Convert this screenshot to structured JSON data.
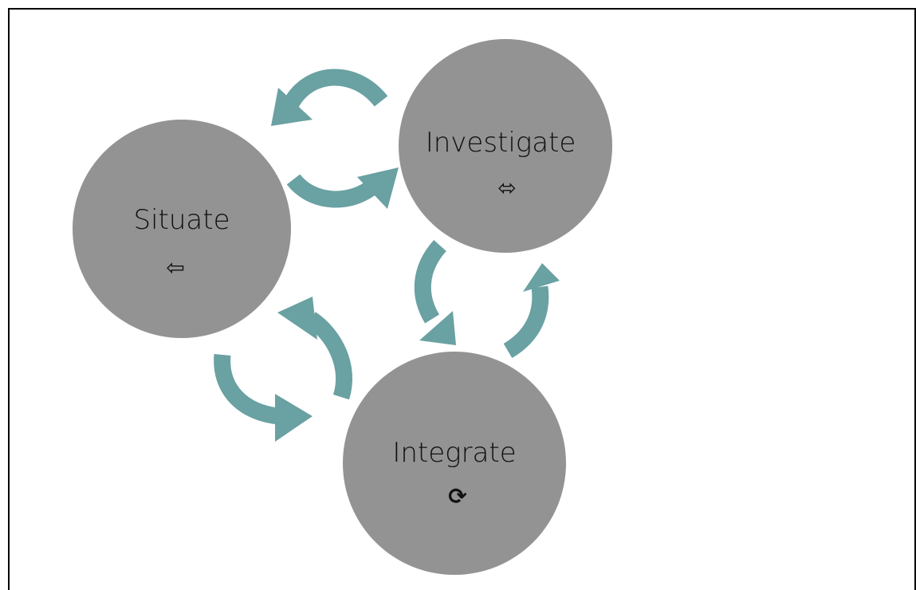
{
  "diagram": {
    "colors": {
      "node_fill": "#939393",
      "arrow_fill": "#6aa1a3",
      "text": "#111111",
      "border": "#000000"
    },
    "nodes": [
      {
        "id": "situate",
        "label": "Situate",
        "symbol": "⇦",
        "icon": "left-arrow-icon"
      },
      {
        "id": "investigate",
        "label": "Investigate",
        "symbol": "⬄",
        "icon": "left-right-arrow-icon"
      },
      {
        "id": "integrate",
        "label": "Integrate",
        "symbol": "⟳",
        "icon": "cycle-icon"
      }
    ]
  }
}
